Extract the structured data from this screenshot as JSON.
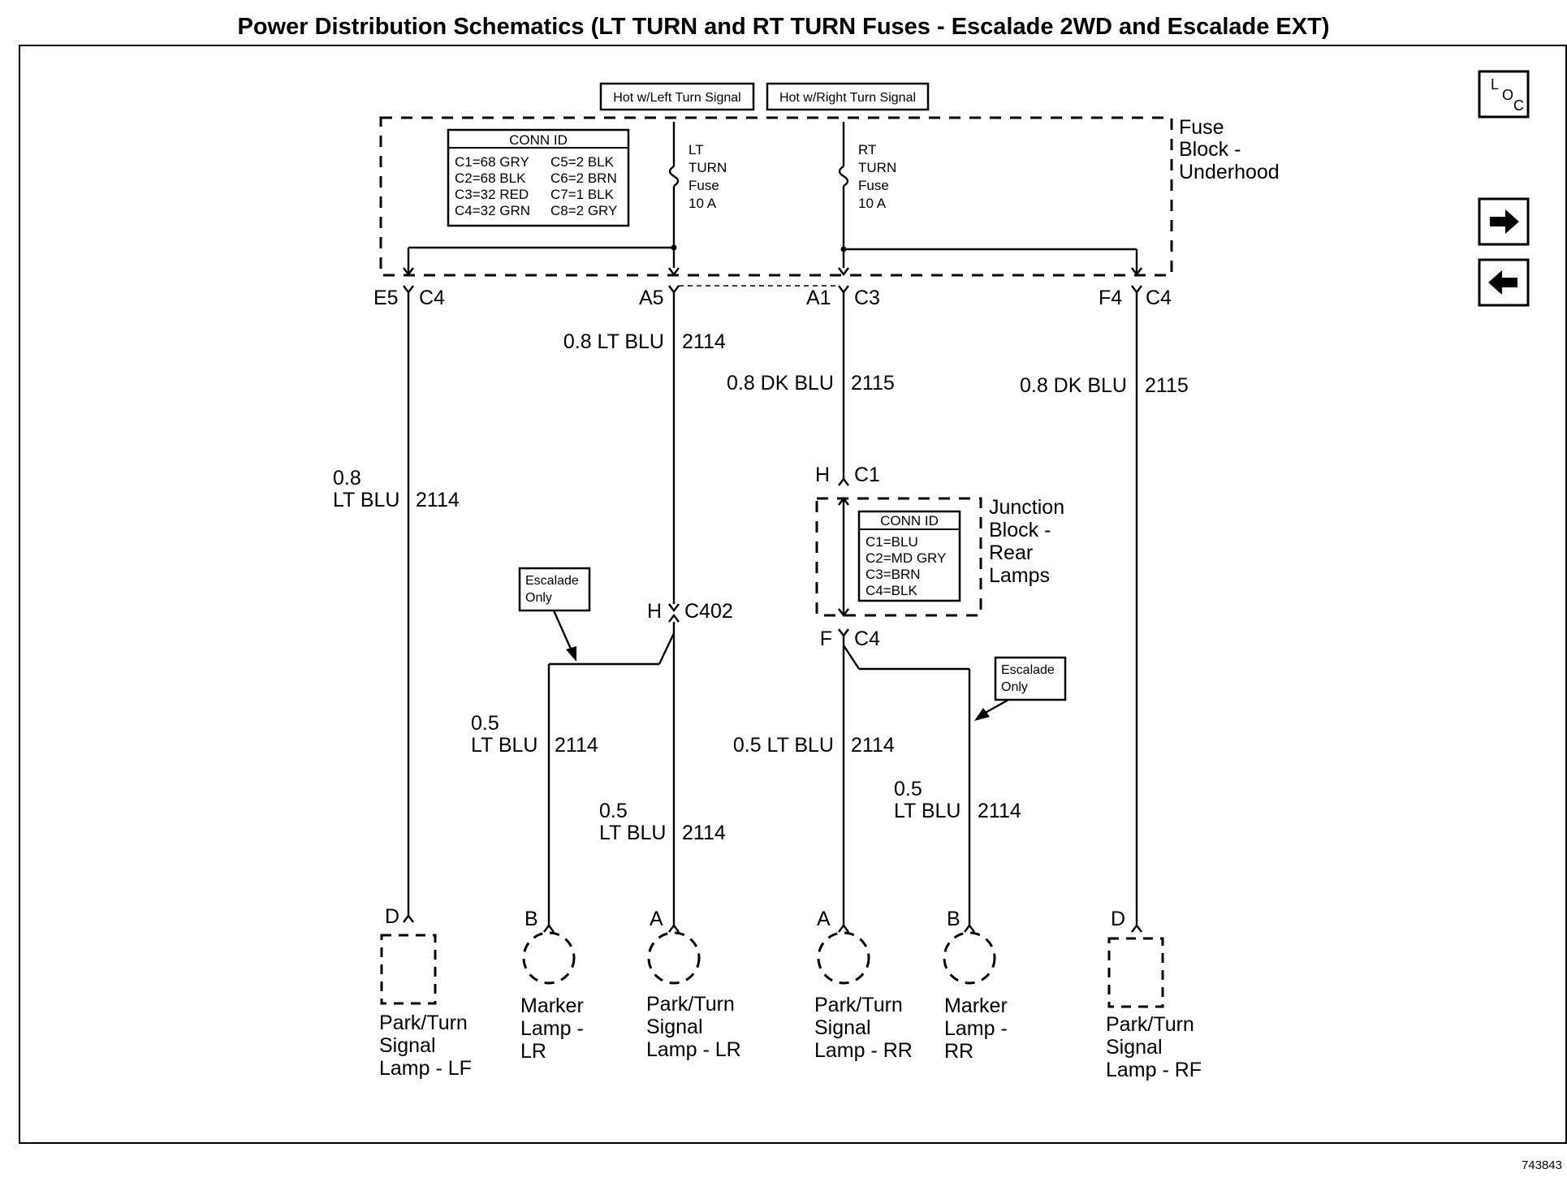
{
  "title": "Power Distribution Schematics (LT TURN and RT TURN Fuses - Escalade 2WD and Escalade EXT)",
  "hot_left": "Hot w/Left Turn Signal",
  "hot_right": "Hot w/Right Turn Signal",
  "fuse_block": {
    "line1": "Fuse",
    "line2": "Block -",
    "line3": "Underhood"
  },
  "conn_id_fuse": {
    "header": "CONN ID",
    "left": [
      "C1=68 GRY",
      "C2=68 BLK",
      "C3=32 RED",
      "C4=32 GRN"
    ],
    "right": [
      "C5=2 BLK",
      "C6=2 BRN",
      "C7=1 BLK",
      "C8=2 GRY"
    ]
  },
  "lt_fuse": {
    "line1": "LT",
    "line2": "TURN",
    "line3": "Fuse",
    "line4": "10 A"
  },
  "rt_fuse": {
    "line1": "RT",
    "line2": "TURN",
    "line3": "Fuse",
    "line4": "10 A"
  },
  "pins": {
    "e5": "E5",
    "c4_1": "C4",
    "a5": "A5",
    "a1": "A1",
    "c3": "C3",
    "f4": "F4",
    "c4_2": "C4",
    "h1": "H",
    "c1": "C1",
    "h2": "H",
    "c402": "C402",
    "f": "F",
    "c4_3": "C4"
  },
  "wires": {
    "w1": {
      "size": "0.8 LT BLU",
      "circuit": "2114"
    },
    "w2": {
      "size": "0.8 DK BLU",
      "circuit": "2115"
    },
    "w3": {
      "size": "0.8 DK BLU",
      "circuit": "2115"
    },
    "w4": {
      "size_a": "0.8",
      "size_b": "LT BLU",
      "circuit": "2114"
    },
    "w5": {
      "size_a": "0.5",
      "size_b": "LT BLU",
      "circuit": "2114"
    },
    "w6": {
      "size_a": "0.5",
      "size_b": "LT BLU",
      "circuit": "2114"
    },
    "w7": {
      "size": "0.5 LT BLU",
      "circuit": "2114"
    },
    "w8": {
      "size_a": "0.5",
      "size_b": "LT BLU",
      "circuit": "2114"
    }
  },
  "junction_block": {
    "line1": "Junction",
    "line2": "Block -",
    "line3": "Rear",
    "line4": "Lamps"
  },
  "conn_id_junction": {
    "header": "CONN ID",
    "rows": [
      "C1=BLU",
      "C2=MD GRY",
      "C3=BRN",
      "C4=BLK"
    ]
  },
  "escalade_left": {
    "line1": "Escalade",
    "line2": "Only"
  },
  "escalade_right": {
    "line1": "Escalade",
    "line2": "Only"
  },
  "lamps": {
    "lf": {
      "pin": "D",
      "line1": "Park/Turn",
      "line2": "Signal",
      "line3": "Lamp - LF"
    },
    "mlr": {
      "pin": "B",
      "line1": "Marker",
      "line2": "Lamp -",
      "line3": "LR"
    },
    "plr": {
      "pin": "A",
      "line1": "Park/Turn",
      "line2": "Signal",
      "line3": "Lamp - LR"
    },
    "prr": {
      "pin": "A",
      "line1": "Park/Turn",
      "line2": "Signal",
      "line3": "Lamp - RR"
    },
    "mrr": {
      "pin": "B",
      "line1": "Marker",
      "line2": "Lamp -",
      "line3": "RR"
    },
    "rf": {
      "pin": "D",
      "line1": "Park/Turn",
      "line2": "Signal",
      "line3": "Lamp - RF"
    }
  },
  "nav": {
    "loc_l": "L",
    "loc_o": "O",
    "loc_c": "C"
  },
  "figure_number": "743843"
}
